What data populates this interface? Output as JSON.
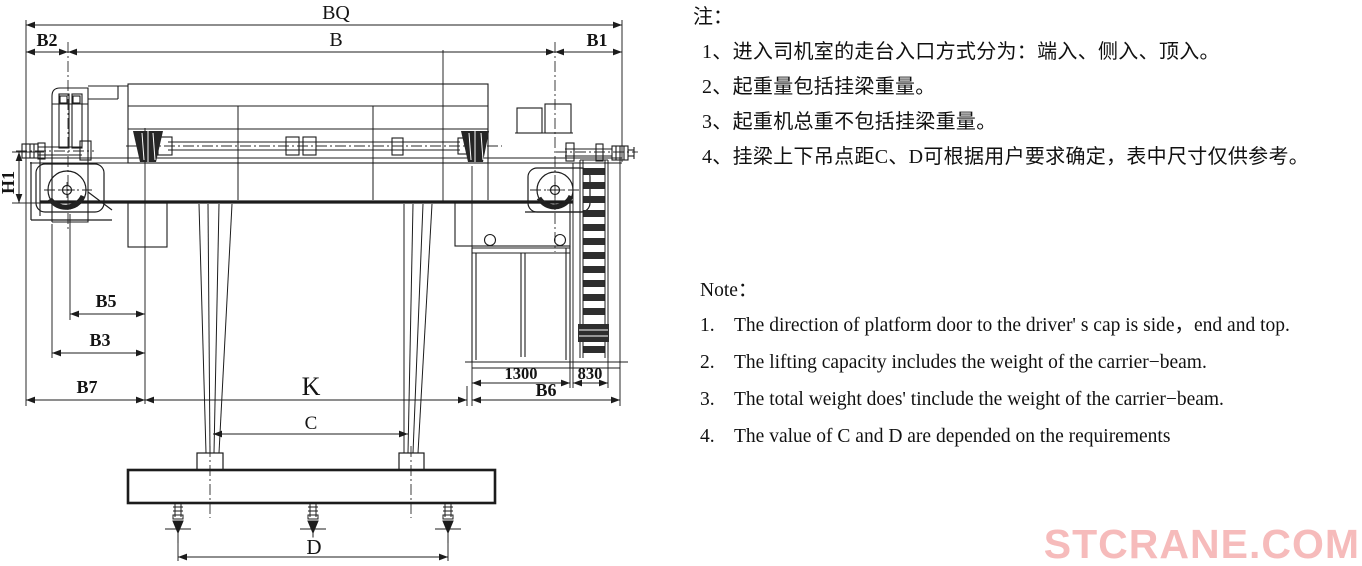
{
  "diagram": {
    "labels": {
      "BQ": "BQ",
      "B": "B",
      "B1": "B1",
      "B2": "B2",
      "H1": "H1",
      "B5": "B5",
      "B3": "B3",
      "B7": "B7",
      "K": "K",
      "C": "C",
      "D": "D",
      "B6": "B6",
      "dim_1300": "1300",
      "dim_830": "830"
    }
  },
  "notes_cn": {
    "title": "注：",
    "items": [
      "1、进入司机室的走台入口方式分为：端入、侧入、顶入。",
      "2、起重量包括挂梁重量。",
      "3、起重机总重不包括挂梁重量。",
      "4、挂梁上下吊点距C、D可根据用户要求确定，表中尺寸仅供参考。"
    ]
  },
  "notes_en": {
    "title": "Note：",
    "items": [
      {
        "num": "1.",
        "text": "The direction of platform door to the driver' s cap is side，end and top."
      },
      {
        "num": "2.",
        "text": "The lifting capacity includes the weight of the carrier−beam."
      },
      {
        "num": "3.",
        "text": "The total weight does' tinclude the weight of the carrier−beam."
      },
      {
        "num": "4.",
        "text": "The value of C and D are depended on the requirements"
      }
    ]
  },
  "watermark": {
    "text": "STCRANE.COM",
    "color": "#f6bbbb"
  }
}
